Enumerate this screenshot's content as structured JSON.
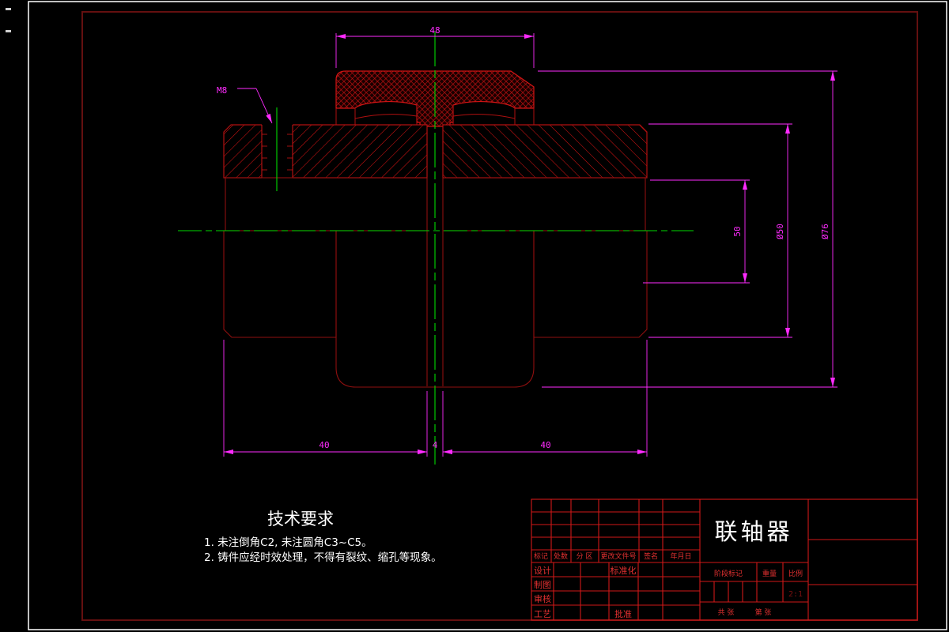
{
  "drawing": {
    "part_title": "联轴器",
    "dims": {
      "top_width": "48",
      "thread": "M8",
      "step_dia": "50",
      "flange_dia": "Ø50",
      "outer_dia": "Ø76",
      "hub_left": "40",
      "gap": "4",
      "hub_right": "40"
    },
    "tech": {
      "title": "技术要求",
      "item1": "1.  未注倒角C2, 未注圆角C3~C5。",
      "item2": "2. 铸件应经时效处理，不得有裂纹、缩孔等现象。"
    },
    "title_block": {
      "part_name": "联轴器",
      "header": [
        "标记",
        "处数",
        "分 区",
        "更改文件号",
        "签名",
        "年月日"
      ],
      "row_labels": [
        "设计",
        "制图",
        "审核",
        "工艺"
      ],
      "standardization": "标准化",
      "approval": "批准",
      "stage_mark": "阶段标记",
      "weight": "重量",
      "scale_label": "比例",
      "scale_value": "2:1",
      "sheet_total": "共  张",
      "sheet_index": "第  张"
    },
    "colors": {
      "background": "#000000",
      "paper_border": "#ffffff",
      "frame": "#641010",
      "outline_red": "#b01010",
      "hatch_red": "#e01414",
      "dimension_magenta": "#ff2bff",
      "centerline_green": "#00d900",
      "table_red": "#d01818",
      "text_white": "#ffffff"
    }
  }
}
